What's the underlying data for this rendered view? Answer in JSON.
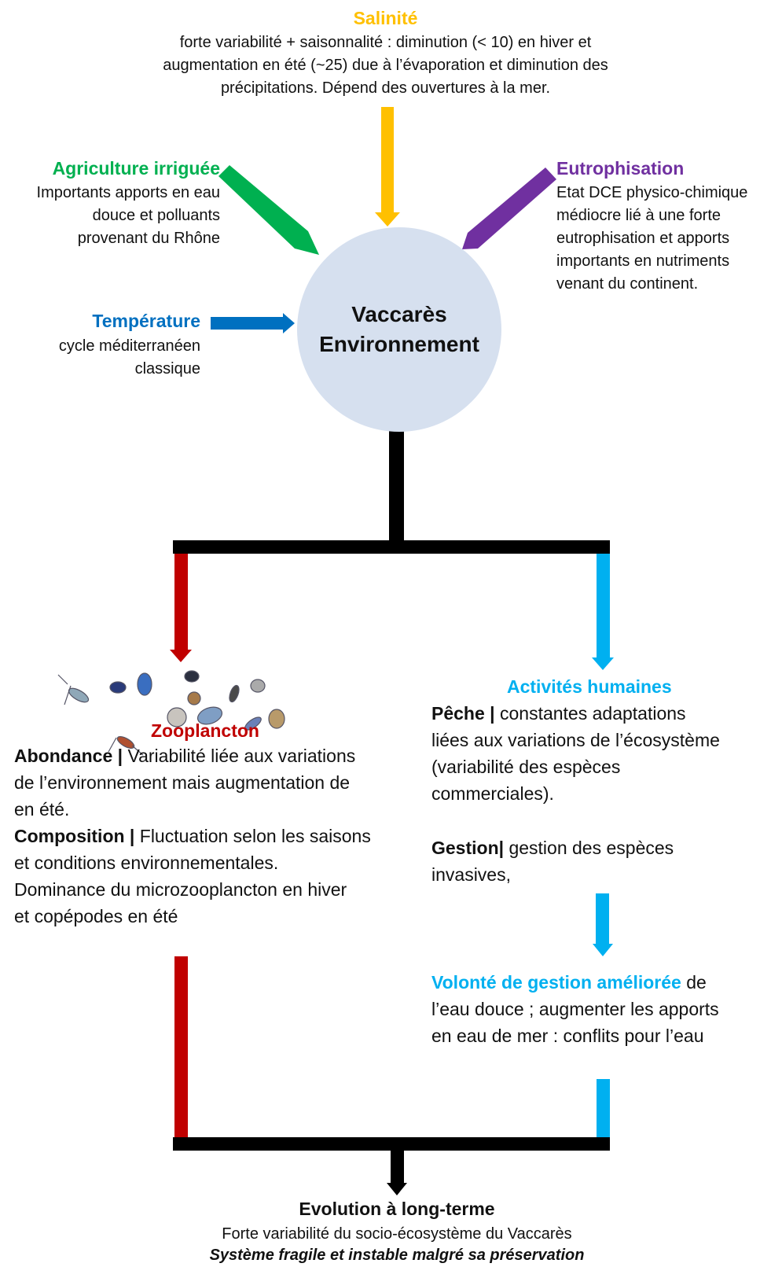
{
  "colors": {
    "salinity": "#ffc000",
    "agriculture": "#00b050",
    "eutrophication": "#7030a0",
    "temperature": "#0070c0",
    "zooplankton": "#c00000",
    "human": "#00b0f0",
    "black": "#000000",
    "hub": "#d6e0ef"
  },
  "hub": {
    "line1": "Vaccarès",
    "line2": "Environnement"
  },
  "salinity": {
    "title": "Salinité",
    "line1": "forte variabilité + saisonnalité : diminution (< 10) en hiver et",
    "line2": "augmentation en été (~25) due à l’évaporation et diminution des",
    "line3": "précipitations. Dépend des ouvertures à la mer."
  },
  "agriculture": {
    "title": "Agriculture irriguée",
    "line1": "Importants apports en eau",
    "line2": "douce et polluants",
    "line3": "provenant du Rhône"
  },
  "eutrophication": {
    "title": "Eutrophisation",
    "line1": "Etat DCE physico-chimique",
    "line2": "médiocre lié à une forte",
    "line3": "eutrophisation et apports",
    "line4": "importants en nutriments",
    "line5": "venant du continent."
  },
  "temperature": {
    "title": "Température",
    "line1": "cycle méditerranéen",
    "line2": "classique"
  },
  "zooplankton": {
    "title": "Zooplancton",
    "image_icon": "plankton-illustration",
    "abundance_key": "Abondance |",
    "abundance_l1": " Variabilité liée aux variations",
    "abundance_l2": "de l’environnement mais augmentation de",
    "abundance_l3": "en été.",
    "composition_key": "Composition |",
    "composition_l1": " Fluctuation selon les saisons",
    "composition_l2": "et conditions environnementales.",
    "composition_l3": "Dominance du microzooplancton en hiver",
    "composition_l4": "et copépodes en été"
  },
  "human": {
    "title": "Activités humaines",
    "fishing_key": "Pêche |",
    "fishing_l1": " constantes adaptations",
    "fishing_l2": "liées aux variations de l’écosystème",
    "fishing_l3": "(variabilité des espèces",
    "fishing_l4": "commerciales).",
    "management_key": "Gestion|",
    "management_l1": " gestion des espèces",
    "management_l2": "invasives,",
    "will_key": "Volonté de gestion améliorée",
    "will_l1": " de",
    "will_l2": "l’eau douce ; augmenter les apports",
    "will_l3": "en eau de mer : conflits pour l’eau"
  },
  "evolution": {
    "title": "Evolution à long-terme",
    "line1": "Forte variabilité du socio-écosystème du Vaccarès",
    "line2": "Système fragile et instable malgré sa préservation"
  }
}
